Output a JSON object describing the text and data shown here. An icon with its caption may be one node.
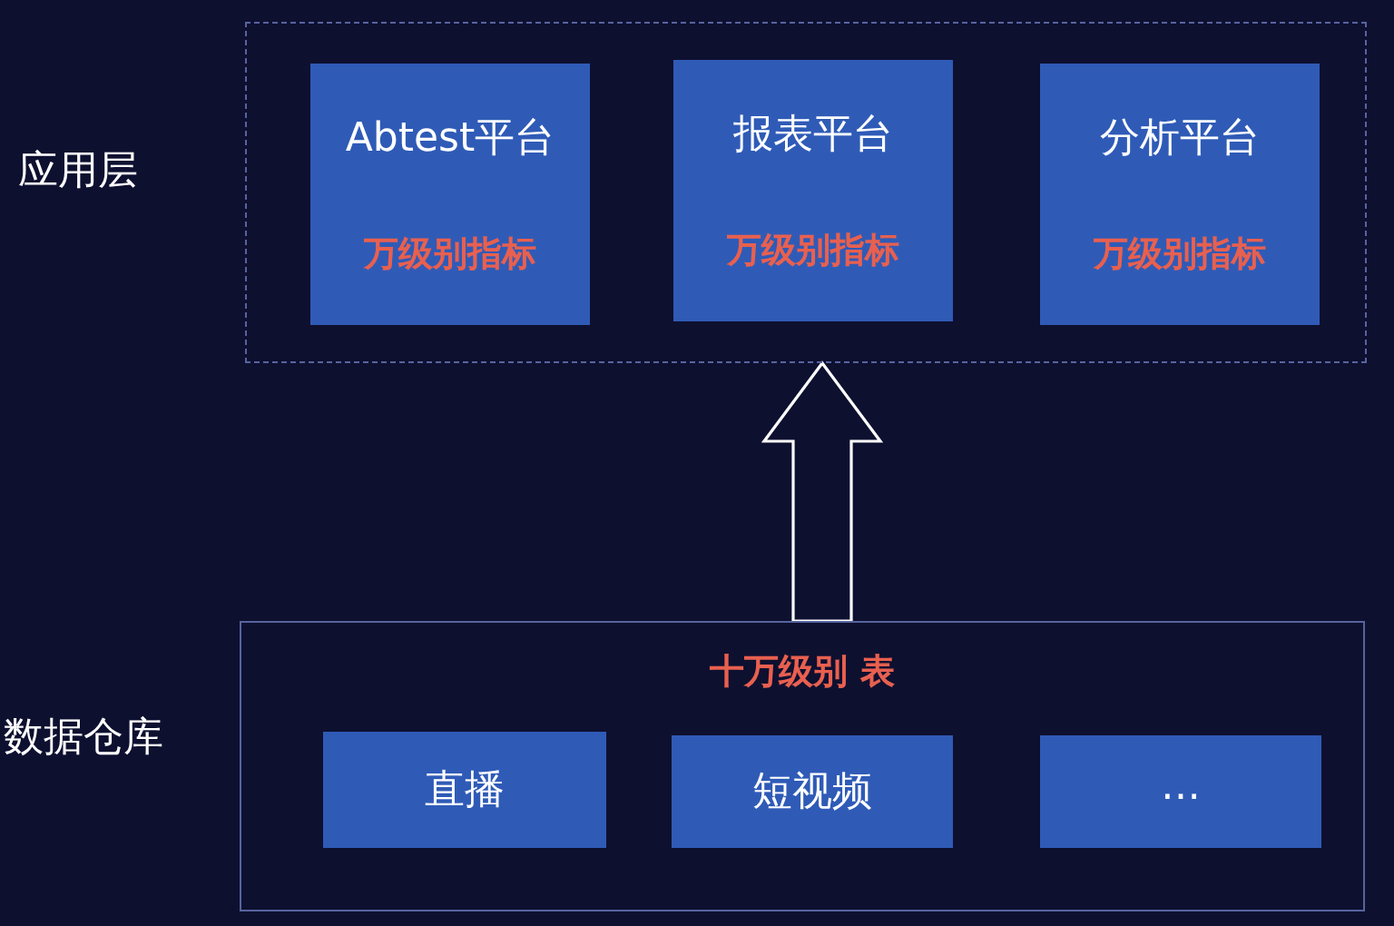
{
  "diagram": {
    "nodes": [
      {
        "text": [
          "应用层"
        ]
      },
      {
        "text": [
          "Abtest平台",
          "万级别指标"
        ],
        "in": 0
      },
      {
        "text": [
          "报表平台",
          "万级别指标"
        ],
        "in": 0
      },
      {
        "text": [
          "分析平台",
          "万级别指标"
        ],
        "in": 0
      },
      {
        "text": [
          "数据仓库",
          "十万级别 表"
        ]
      },
      {
        "text": [
          "直播"
        ],
        "in": 4
      },
      {
        "text": [
          "短视频"
        ],
        "in": 4
      },
      {
        "text": [
          "…"
        ],
        "in": 4
      }
    ],
    "edges": [
      {
        "from": 4,
        "to": 0,
        "arrow": "to"
      }
    ]
  }
}
